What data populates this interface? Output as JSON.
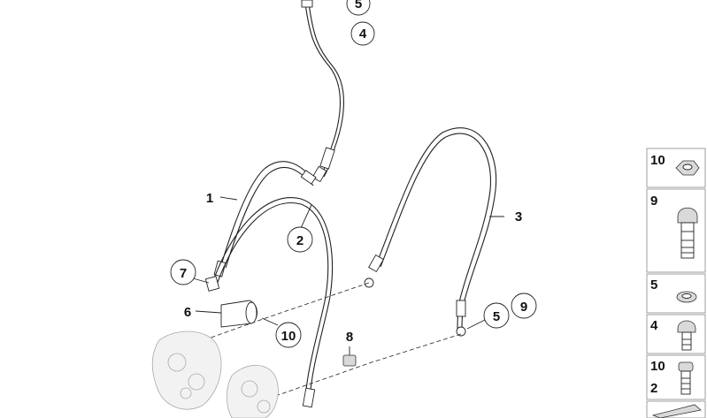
{
  "callouts": {
    "c1": "1",
    "c2": "2",
    "c3": "3",
    "c4": "4",
    "c5_top": "5",
    "c5_mid": "5",
    "c6": "6",
    "c7": "7",
    "c8": "8",
    "c9": "9",
    "c10": "10"
  },
  "side_panel": {
    "items": [
      {
        "label": "10"
      },
      {
        "label": "9"
      },
      {
        "label": "5"
      },
      {
        "label": "4"
      },
      {
        "label": "10"
      },
      {
        "label": "2"
      }
    ]
  }
}
